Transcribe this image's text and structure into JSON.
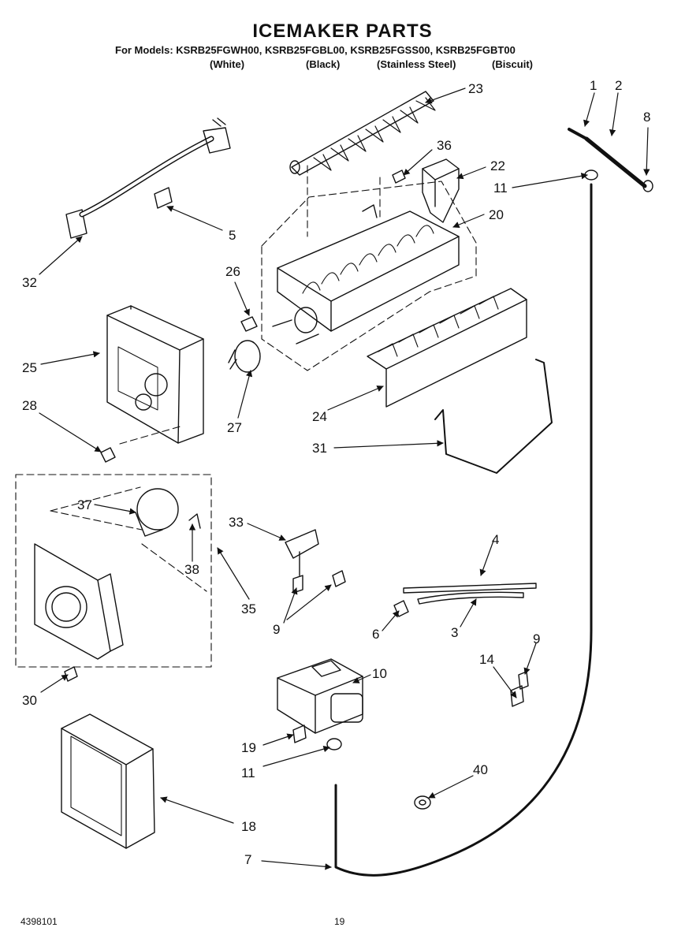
{
  "title": "ICEMAKER PARTS",
  "models_line": "For Models: KSRB25FGWH00, KSRB25FGBL00, KSRB25FGSS00, KSRB25FGBT00",
  "variants": [
    "(White)",
    "(Black)",
    "(Stainless Steel)",
    "(Biscuit)"
  ],
  "callouts": [
    "1",
    "2",
    "8",
    "23",
    "36",
    "22",
    "11",
    "20",
    "5",
    "32",
    "26",
    "25",
    "27",
    "28",
    "24",
    "31",
    "37",
    "38",
    "33",
    "35",
    "4",
    "9",
    "6",
    "3",
    "14",
    "9",
    "10",
    "30",
    "19",
    "11",
    "40",
    "18",
    "7"
  ],
  "footer": {
    "doc_number": "4398101",
    "page_number": "19"
  }
}
